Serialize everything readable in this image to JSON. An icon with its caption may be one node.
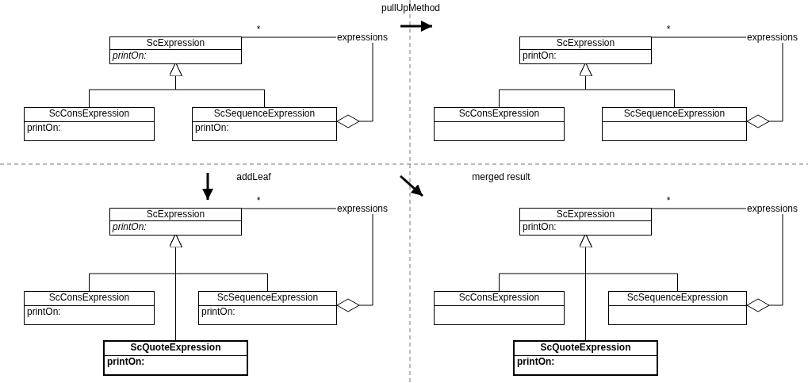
{
  "diagram": {
    "nodes": [
      {
        "text": [
          "ScExpression",
          "printOn:"
        ]
      },
      {
        "text": [
          "ScConsExpression",
          "printOn:"
        ]
      },
      {
        "text": [
          "ScSequenceExpression",
          "printOn:"
        ]
      },
      {
        "text": [
          "ScExpression",
          "printOn:"
        ]
      },
      {
        "text": [
          "ScConsExpression"
        ]
      },
      {
        "text": [
          "ScSequenceExpression"
        ]
      },
      {
        "text": [
          "ScExpression",
          "printOn:"
        ]
      },
      {
        "text": [
          "ScConsExpression",
          "printOn:"
        ]
      },
      {
        "text": [
          "ScSequenceExpression",
          "printOn:"
        ]
      },
      {
        "text": [
          "ScQuoteExpression",
          "printOn:"
        ]
      },
      {
        "text": [
          "ScExpression",
          "printOn:"
        ]
      },
      {
        "text": [
          "ScConsExpression"
        ]
      },
      {
        "text": [
          "ScSequenceExpression"
        ]
      },
      {
        "text": [
          "ScQuoteExpression",
          "printOn:"
        ]
      }
    ],
    "edges": [
      {
        "from": 1,
        "to": 0,
        "arrow": "to"
      },
      {
        "from": 2,
        "to": 0,
        "arrow": "to"
      },
      {
        "from": 2,
        "to": 0,
        "arrow": "other",
        "label": "expressions"
      },
      {
        "from": 4,
        "to": 3,
        "arrow": "to"
      },
      {
        "from": 5,
        "to": 3,
        "arrow": "to"
      },
      {
        "from": 5,
        "to": 3,
        "arrow": "other",
        "label": "expressions"
      },
      {
        "from": 7,
        "to": 6,
        "arrow": "to"
      },
      {
        "from": 8,
        "to": 6,
        "arrow": "to"
      },
      {
        "from": 9,
        "to": 6,
        "arrow": "to"
      },
      {
        "from": 8,
        "to": 6,
        "arrow": "other",
        "label": "expressions"
      },
      {
        "from": 11,
        "to": 10,
        "arrow": "to"
      },
      {
        "from": 12,
        "to": 10,
        "arrow": "to"
      },
      {
        "from": 13,
        "to": 10,
        "arrow": "to"
      },
      {
        "from": 12,
        "to": 10,
        "arrow": "other",
        "label": "expressions"
      }
    ],
    "labels": [
      "*",
      "pullUpMethod",
      "*",
      "addLeaf",
      "merged result",
      "*",
      "*"
    ]
  }
}
